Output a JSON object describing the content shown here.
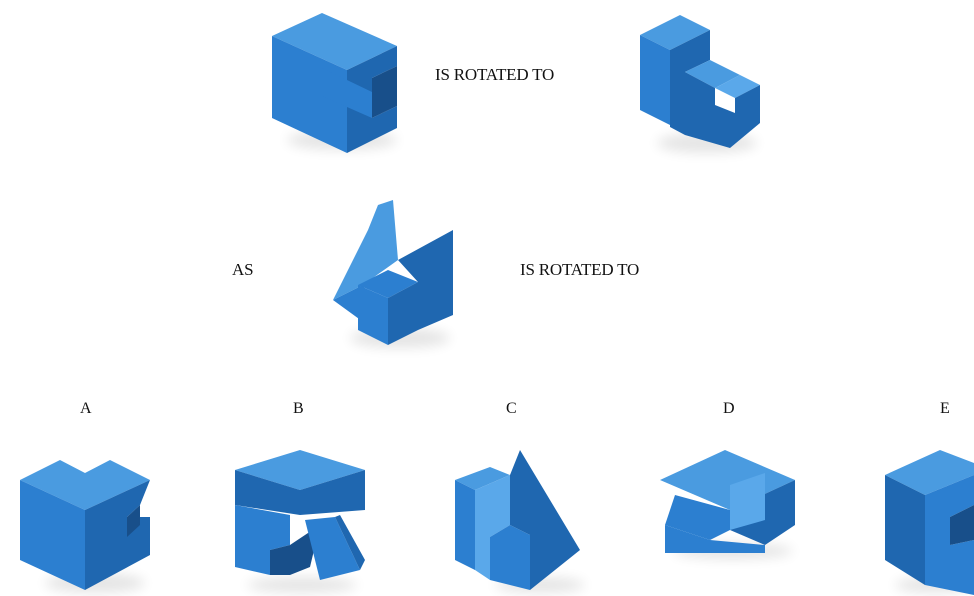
{
  "prompt": {
    "row1_text": "IS ROTATED TO",
    "row2_prefix": "AS",
    "row2_text": "IS ROTATED TO"
  },
  "options": [
    {
      "letter": "A"
    },
    {
      "letter": "B"
    },
    {
      "letter": "C"
    },
    {
      "letter": "D"
    },
    {
      "letter": "E"
    }
  ],
  "colors": {
    "shape_blue": "#2c7fd0",
    "background": "#ffffff"
  }
}
